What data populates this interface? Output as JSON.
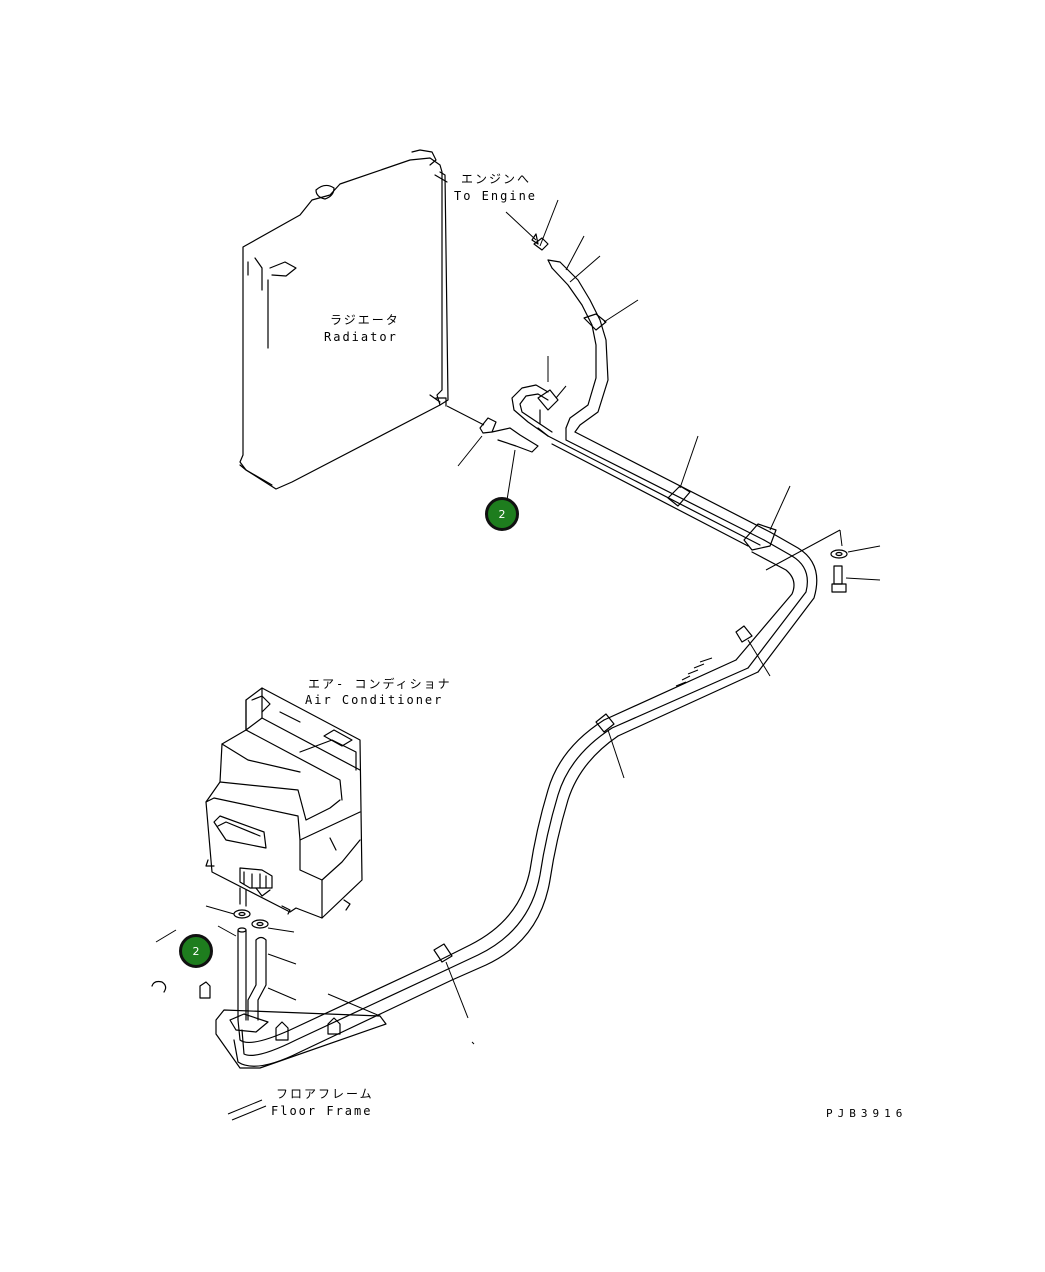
{
  "labels": {
    "engine_jp": "エンジンへ",
    "engine_en": "To Engine",
    "radiator_jp": "ラジエータ",
    "radiator_en": "Radiator",
    "aircon_jp": "エア- コンディショナ",
    "aircon_en": "Air Conditioner",
    "floor_jp": "フロアフレーム",
    "floor_en": "Floor Frame",
    "drawing_code": "PJB3916"
  },
  "callouts": [
    {
      "label": "2"
    },
    {
      "label": "2"
    }
  ]
}
